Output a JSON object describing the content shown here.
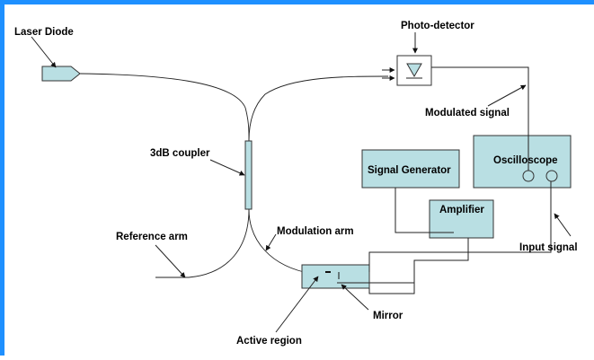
{
  "labels": {
    "laser_diode": "Laser Diode",
    "photo_detector": "Photo-detector",
    "modulated_signal": "Modulated signal",
    "coupler": "3dB coupler",
    "signal_generator": "Signal Generator",
    "oscilloscope": "Oscilloscope",
    "amplifier": "Amplifier",
    "reference_arm": "Reference arm",
    "modulation_arm": "Modulation arm",
    "input_signal": "Input signal",
    "mirror": "Mirror",
    "active_region": "Active region"
  },
  "colors": {
    "frame_border": "#1e90ff",
    "component_fill": "#b9dfe3",
    "stroke": "#222222"
  }
}
